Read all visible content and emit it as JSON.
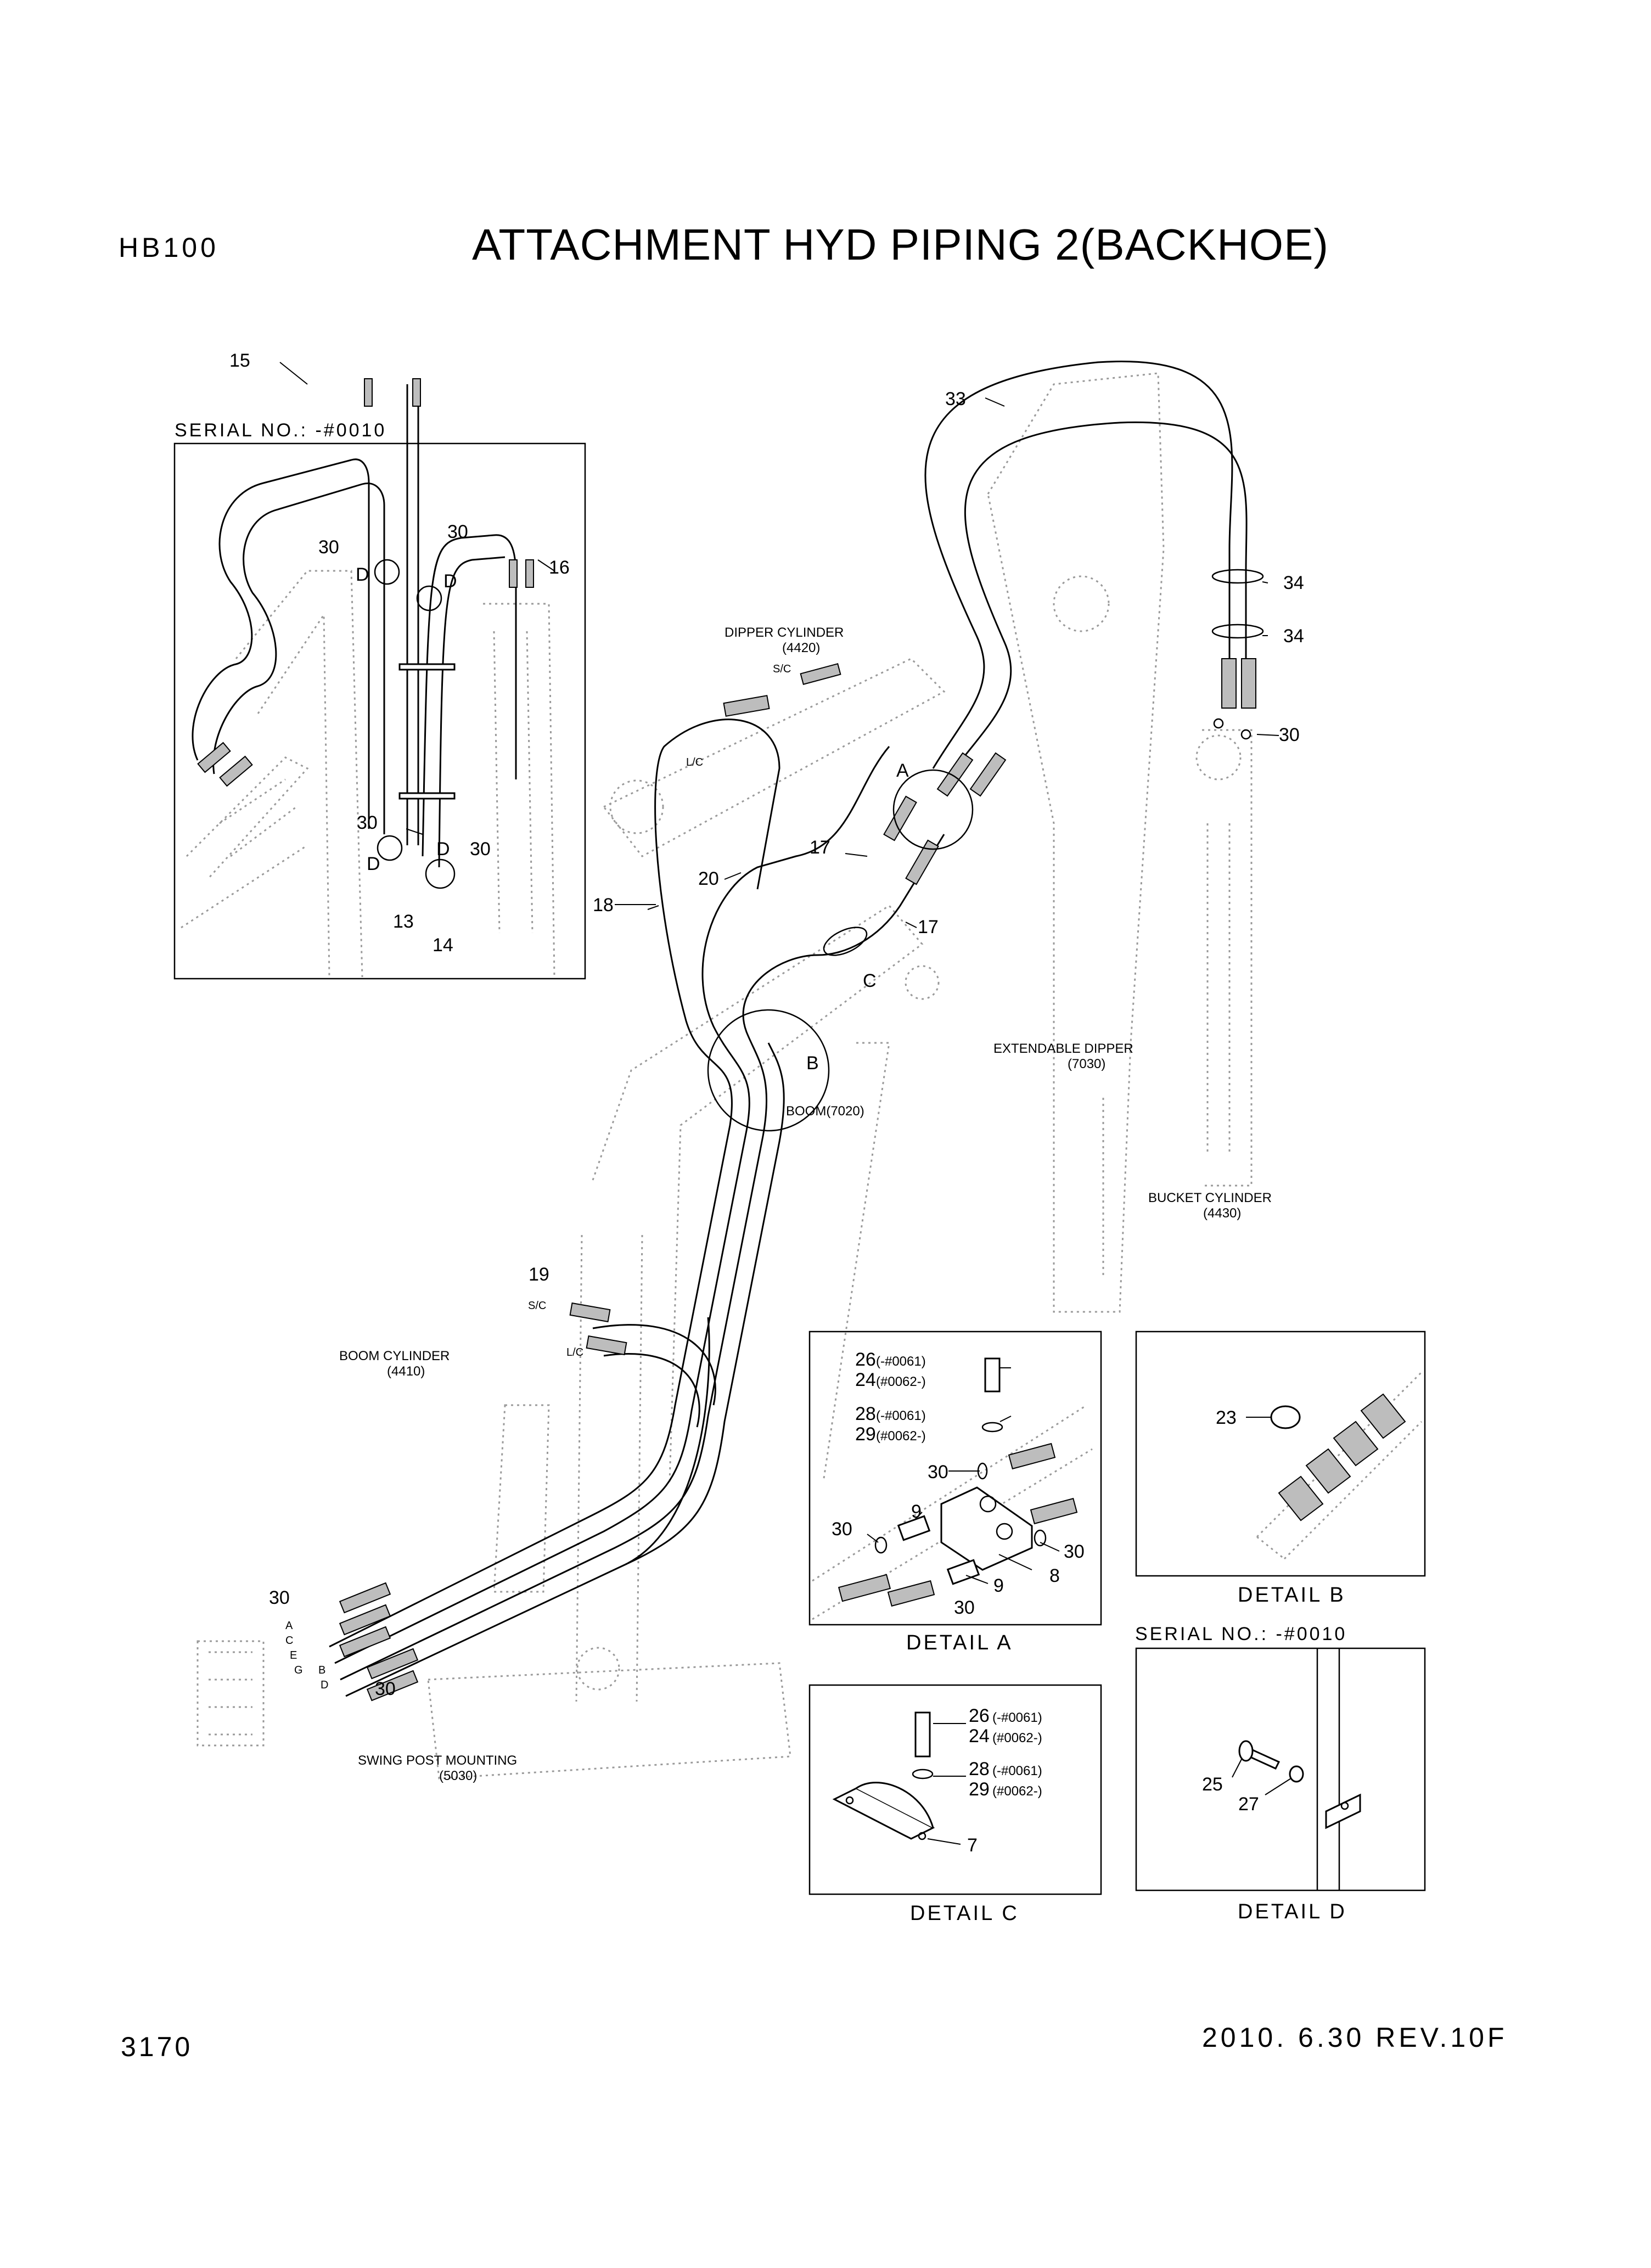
{
  "header": {
    "model": "HB100",
    "title": "ATTACHMENT HYD PIPING 2(BACKHOE)"
  },
  "footer": {
    "page_number": "3170",
    "date_revision": "2010. 6.30  REV.10F"
  },
  "main_view": {
    "components": {
      "dipper_cylinder": "DIPPER CYLINDER",
      "dipper_cylinder_no": "(4420)",
      "extendable_dipper": "EXTENDABLE DIPPER",
      "extendable_dipper_no": "(7030)",
      "boom": "BOOM(7020)",
      "bucket_cylinder": "BUCKET CYLINDER",
      "bucket_cylinder_no": "(4430)",
      "boom_cylinder": "BOOM CYLINDER",
      "boom_cylinder_no": "(4410)",
      "swing_post": "SWING POST MOUNTING",
      "swing_post_no": "(5030)"
    },
    "port_labels": {
      "sc": "S/C",
      "lc": "L/C"
    },
    "callouts": {
      "p33": "33",
      "p34a": "34",
      "p34b": "34",
      "p30a": "30",
      "p17a": "17",
      "p17b": "17",
      "p18": "18",
      "p20": "20",
      "p19": "19",
      "p30b": "30",
      "p30c": "30",
      "detA": "A",
      "detB": "B",
      "detC": "C",
      "mA": "A",
      "mC": "C",
      "mE": "E",
      "mG": "G",
      "mB": "B",
      "mD": "D"
    }
  },
  "inset_serial": {
    "serial_label": "SERIAL NO.: -#0010",
    "callouts": {
      "p15": "15",
      "p30a": "30",
      "p30b": "30",
      "p16": "16",
      "d1": "D",
      "d2": "D",
      "p30c": "30",
      "d3": "D",
      "d4": "D",
      "p30d": "30",
      "p13": "13",
      "p14": "14"
    }
  },
  "detail_a": {
    "caption": "DETAIL A",
    "callouts": {
      "p26": "26",
      "p26s": "(-#0061)",
      "p24": "24",
      "p24s": "(#0062-)",
      "p28": "28",
      "p28s": "(-#0061)",
      "p29": "29",
      "p29s": "(#0062-)",
      "p30a": "30",
      "p9a": "9",
      "p30b": "30",
      "p30c": "30",
      "p8": "8",
      "p9b": "9",
      "p30d": "30"
    }
  },
  "detail_b": {
    "caption": "DETAIL B",
    "callouts": {
      "p23": "23"
    }
  },
  "detail_c": {
    "caption": "DETAIL C",
    "callouts": {
      "p26": "26",
      "p26s": "(-#0061)",
      "p24": "24",
      "p24s": "(#0062-)",
      "p28": "28",
      "p28s": "(-#0061)",
      "p29": "29",
      "p29s": "(#0062-)",
      "p7": "7"
    }
  },
  "detail_d": {
    "caption": "DETAIL D",
    "serial_label": "SERIAL NO.: -#0010",
    "callouts": {
      "p25": "25",
      "p27": "27"
    }
  }
}
